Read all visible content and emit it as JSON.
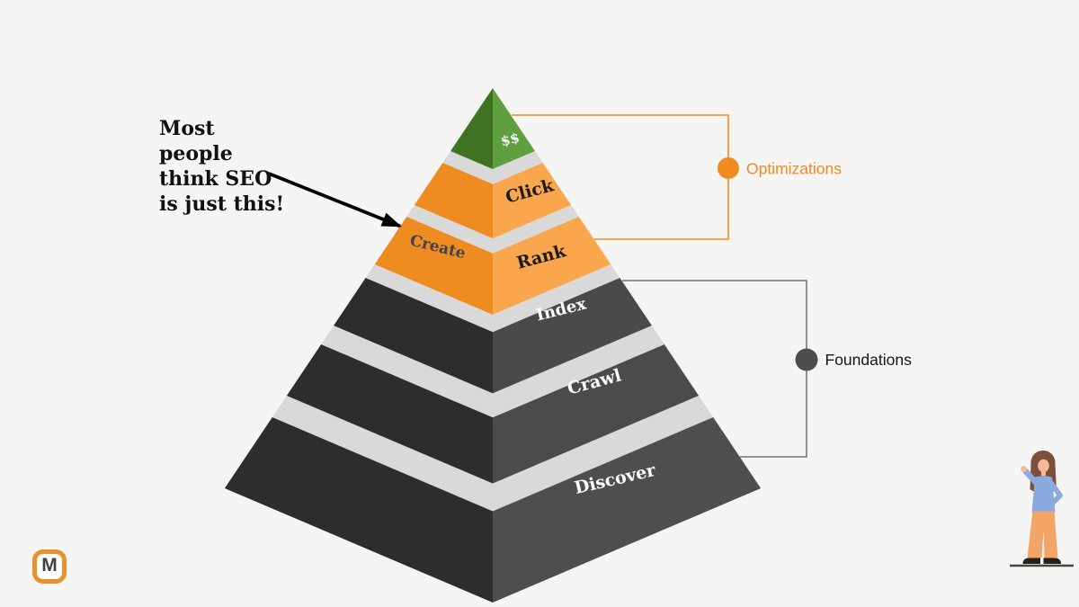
{
  "background_color": "#f5f5f3",
  "annotation": {
    "full_text": "Most people think SEO is just this!",
    "lines": [
      "Most",
      "people",
      "think SEO",
      "is just this!"
    ],
    "arrow_color": "#000000"
  },
  "pyramid": {
    "layers": [
      {
        "id": "dollars",
        "label": "$$",
        "color_left": "#3f7321",
        "color_right": "#5f9f3e",
        "text_color": "#ffffff",
        "group": "Optimizations"
      },
      {
        "id": "click",
        "label": "Click",
        "color_left": "#ee8b21",
        "color_right": "#f9a64c",
        "text_color": "#1b1b1b",
        "group": "Optimizations"
      },
      {
        "id": "rank",
        "label": "Rank",
        "side_label": "Create",
        "side_label_color": "#3d4350",
        "color_left": "#ee8b21",
        "color_right": "#f9a64c",
        "text_color": "#1b1b1b",
        "group": "Optimizations"
      },
      {
        "id": "index",
        "label": "Index",
        "color_left": "#2e2c2d",
        "color_right": "#4a4a4a",
        "text_color": "#ffffff",
        "group": "Foundations"
      },
      {
        "id": "crawl",
        "label": "Crawl",
        "color_left": "#2e2c2d",
        "color_right": "#4b4b4b",
        "text_color": "#ffffff",
        "group": "Foundations"
      },
      {
        "id": "discover",
        "label": "Discover",
        "color_left": "#2e2c2d",
        "color_right": "#4e4e4e",
        "text_color": "#ffffff",
        "group": "Foundations"
      }
    ],
    "band_color": "#d9d9d9"
  },
  "legend": {
    "groups": [
      {
        "label": "Optimizations",
        "color": "#f18a21",
        "label_color": "#f18a21"
      },
      {
        "label": "Foundations",
        "color": "#4d4d4d",
        "label_color": "#161616"
      }
    ]
  },
  "logo": {
    "letter": "M",
    "border_color": "#e8912d",
    "letter_color": "#414141"
  },
  "person": {
    "hair_color": "#7d4e3b",
    "skin_color": "#f4bb98",
    "top_color": "#8aabdf",
    "pants_color": "#f2a567",
    "shoe_color": "#262019",
    "ground_color": "#454545"
  }
}
